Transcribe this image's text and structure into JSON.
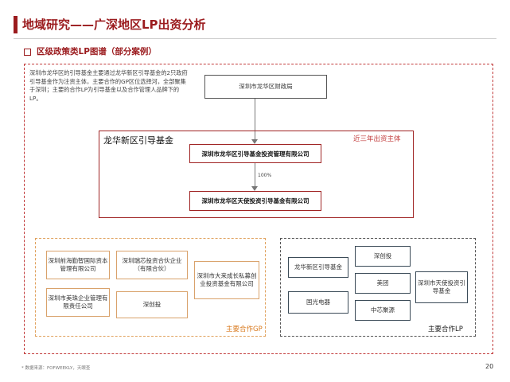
{
  "header": {
    "title": "地域研究——广深地区LP出资分析",
    "subtitle": "区级政策类LP图谱（部分案例）"
  },
  "note": "深圳市龙华区的引导基金主要通过龙华新区引导基金的2只政府引导基金作为注资主体，主要合作的GP区位选择河，全部聚集于深圳；主要的合作LP为引导基金以及合作管理人品牌下的LP。",
  "diagram": {
    "top_node": "深圳市龙华区财政局",
    "group_title": "龙华新区引导基金",
    "group_tag": "近三年出资主体",
    "fund_manager": "深圳市龙华区引导基金投资管理有限公司",
    "ownership_pct": "100%",
    "fund": "深圳市龙华区天使投资引导基金有限公司"
  },
  "gp_section": {
    "label": "主要合作GP",
    "items": [
      "深圳前海勤智国际资本管理有限公司",
      "深圳瑞芯投资合伙企业（有限合伙）",
      "深圳市大来成长私募创业投资基金有限公司",
      "深圳市美珠企业管理有限责任公司",
      "深创投"
    ]
  },
  "lp_section": {
    "label": "主要合作LP",
    "items": [
      "龙华新区引导基金",
      "深创投",
      "美团",
      "国光电器",
      "中芯聚源",
      "深圳市天使投资引导基金"
    ]
  },
  "footer": {
    "source": "* 数据来源：FOFWEEKLY，天眼查",
    "page_number": "20"
  },
  "colors": {
    "brand_red": "#9b1b1e",
    "gp_border": "#d9a26b",
    "lp_border": "#3a4a57"
  }
}
